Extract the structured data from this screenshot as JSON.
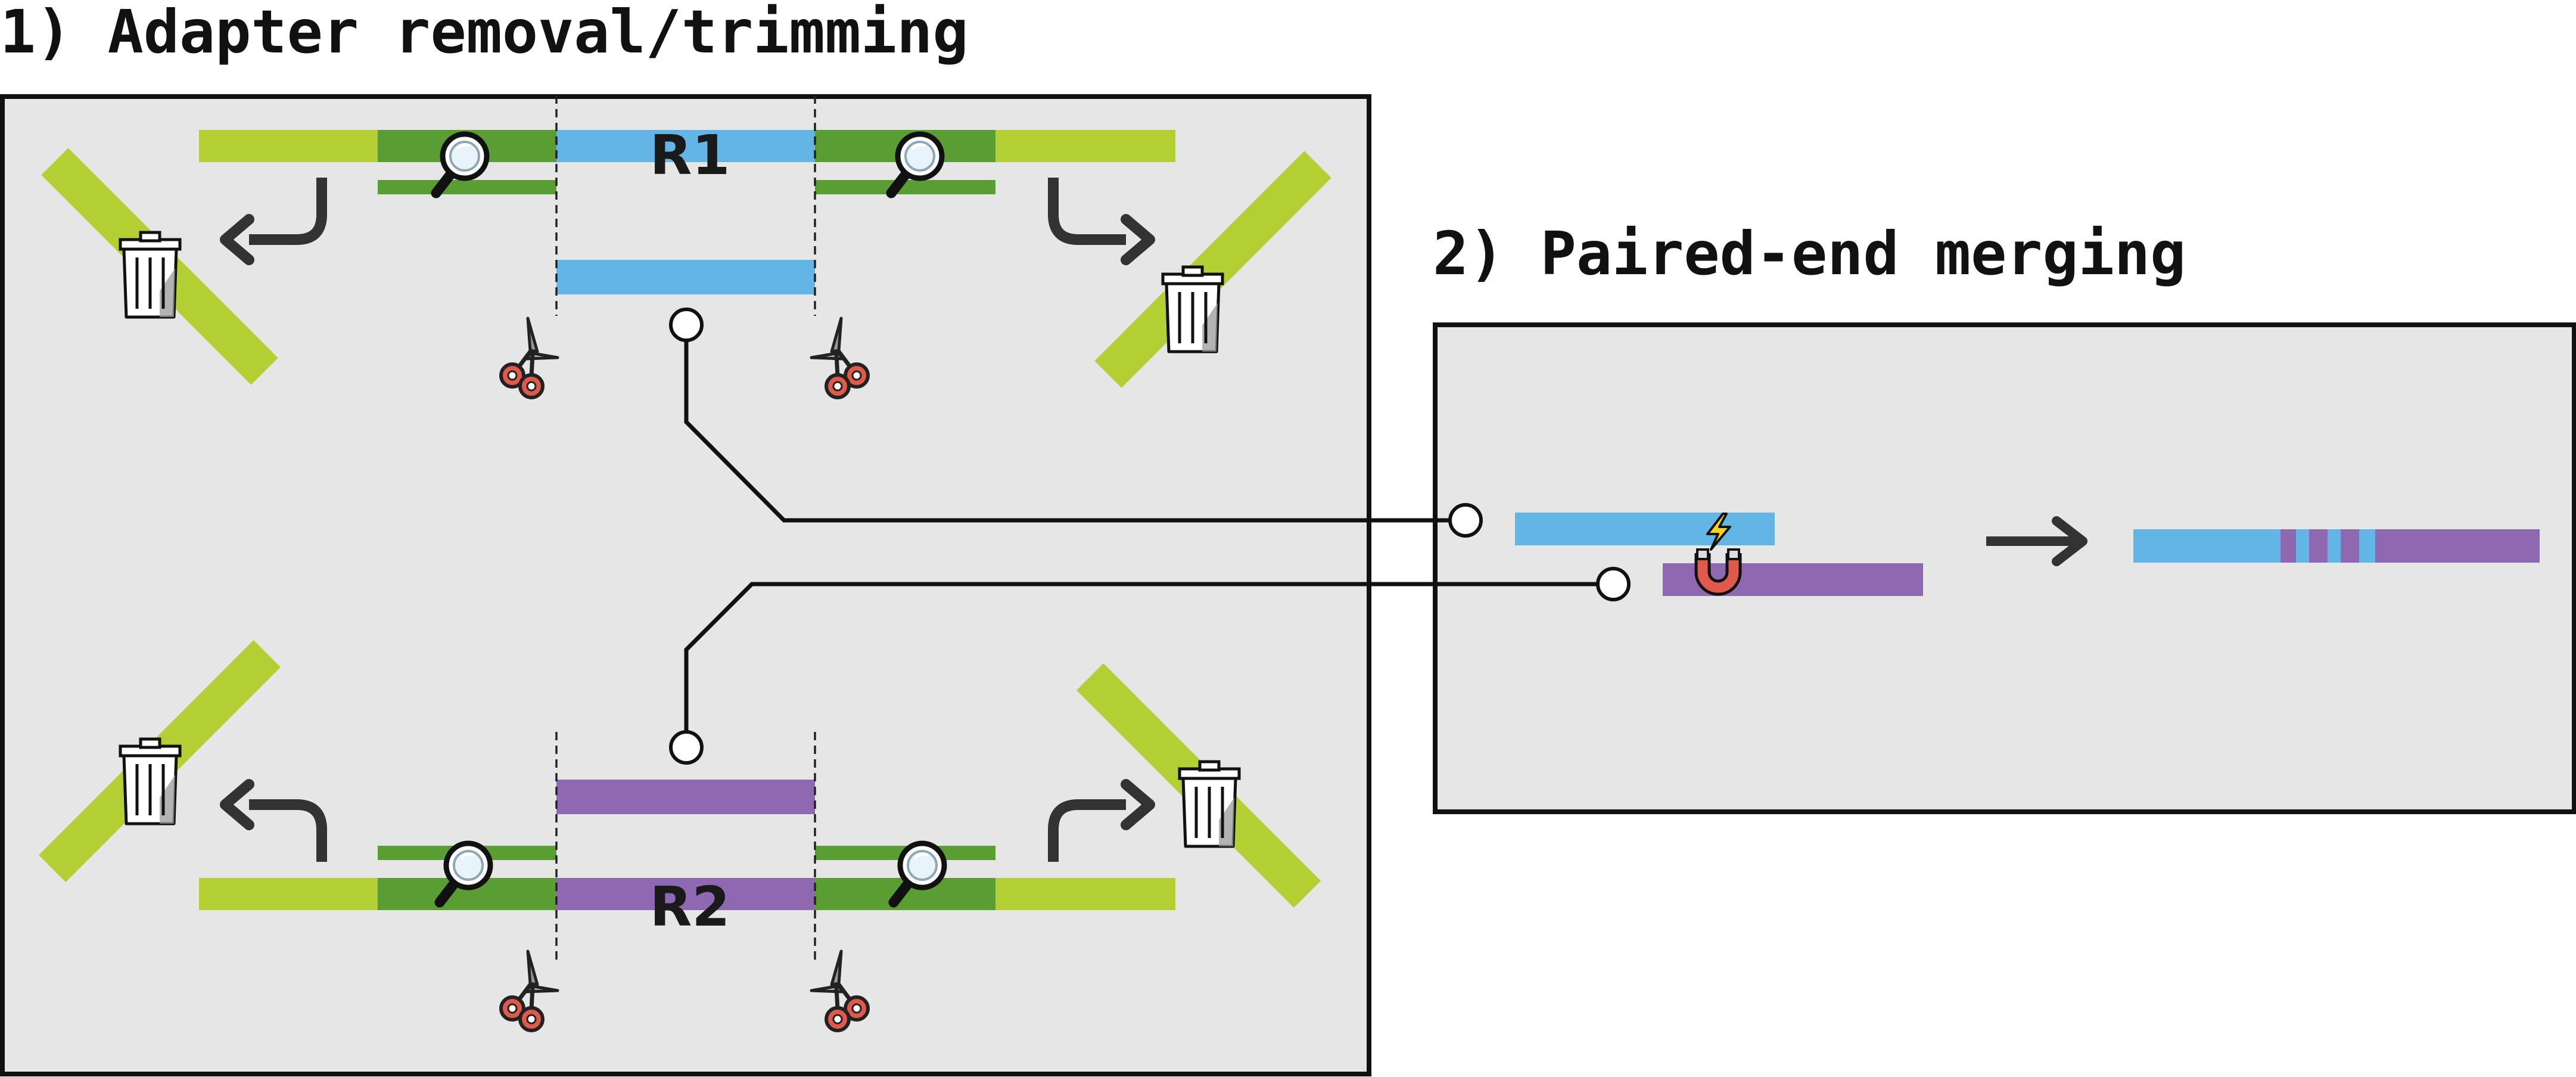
{
  "section1": {
    "title": "1) Adapter removal/trimming"
  },
  "section2": {
    "title": "2) Paired-end merging"
  },
  "reads": {
    "r1_label": "R1",
    "r2_label": "R2"
  },
  "colors": {
    "adapter_light": "#b3cf33",
    "adapter_dark": "#5a9e33",
    "read1": "#62b5e5",
    "read2": "#8e69b1",
    "panel_bg": "#e6e6e6",
    "outline": "#111111",
    "scissors": "#e05a4c",
    "magnet": "#e05a4c",
    "spark": "#f5d21b"
  },
  "icons": [
    "magnifier-icon",
    "scissors-icon",
    "trash-icon",
    "curved-arrow-icon",
    "magnet-icon",
    "lightning-icon",
    "right-arrow-icon"
  ]
}
